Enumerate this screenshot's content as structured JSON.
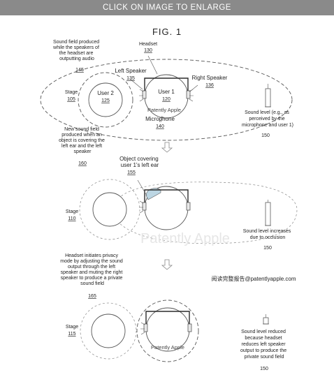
{
  "banner": {
    "text": "CLICK ON IMAGE TO ENLARGE"
  },
  "figure": {
    "title": "FIG. 1",
    "panel1": {
      "sound_field_label": [
        "Sound field produced",
        "while the speakers of",
        "the headset are",
        "outputting audio"
      ],
      "sound_field_ref": "145",
      "headset_label": "Headset",
      "headset_ref": "130",
      "left_speaker_label": "Left Speaker",
      "left_speaker_ref": "135",
      "right_speaker_label": "Right Speaker",
      "right_speaker_ref": "136",
      "stage_label": "Stage",
      "stage_ref": "105",
      "user2_label": "User 2",
      "user2_ref": "125",
      "user1_label": "User 1",
      "user1_ref": "120",
      "watermark": "Patently Apple",
      "microphone_label": "Microphone",
      "microphone_ref": "140",
      "sound_level_label": [
        "Sound level (e.g., as",
        "perceived by the",
        "microphone and user 1)"
      ],
      "sound_level_ref": "150"
    },
    "panel2": {
      "new_field_label": [
        "New sound field",
        "produced when an",
        "object is covering the",
        "left ear and the left",
        "speaker"
      ],
      "new_field_ref": "160",
      "object_label": [
        "Object covering",
        "user 1's left ear"
      ],
      "object_ref": "155",
      "stage_label": "Stage",
      "stage_ref": "110",
      "watermark": "Patently Apple",
      "sound_level_label": [
        "Sound level increases",
        "due to occlusion"
      ],
      "sound_level_ref": "150"
    },
    "panel3": {
      "privacy_label": [
        "Headset initiates privacy",
        "mode by adjusting the sound",
        "output through the left",
        "speaker and muting the right",
        "speaker to produce a private",
        "sound field"
      ],
      "privacy_ref": "165",
      "chinese_note": "阅读完整报告@patentlyapple.com",
      "stage_label": "Stage",
      "stage_ref": "115",
      "watermark": "Patently Apple",
      "sound_level_label": [
        "Sound level reduced",
        "because headset",
        "reduces left speaker",
        "output to produce the",
        "private sound field"
      ],
      "sound_level_ref": "150"
    }
  }
}
